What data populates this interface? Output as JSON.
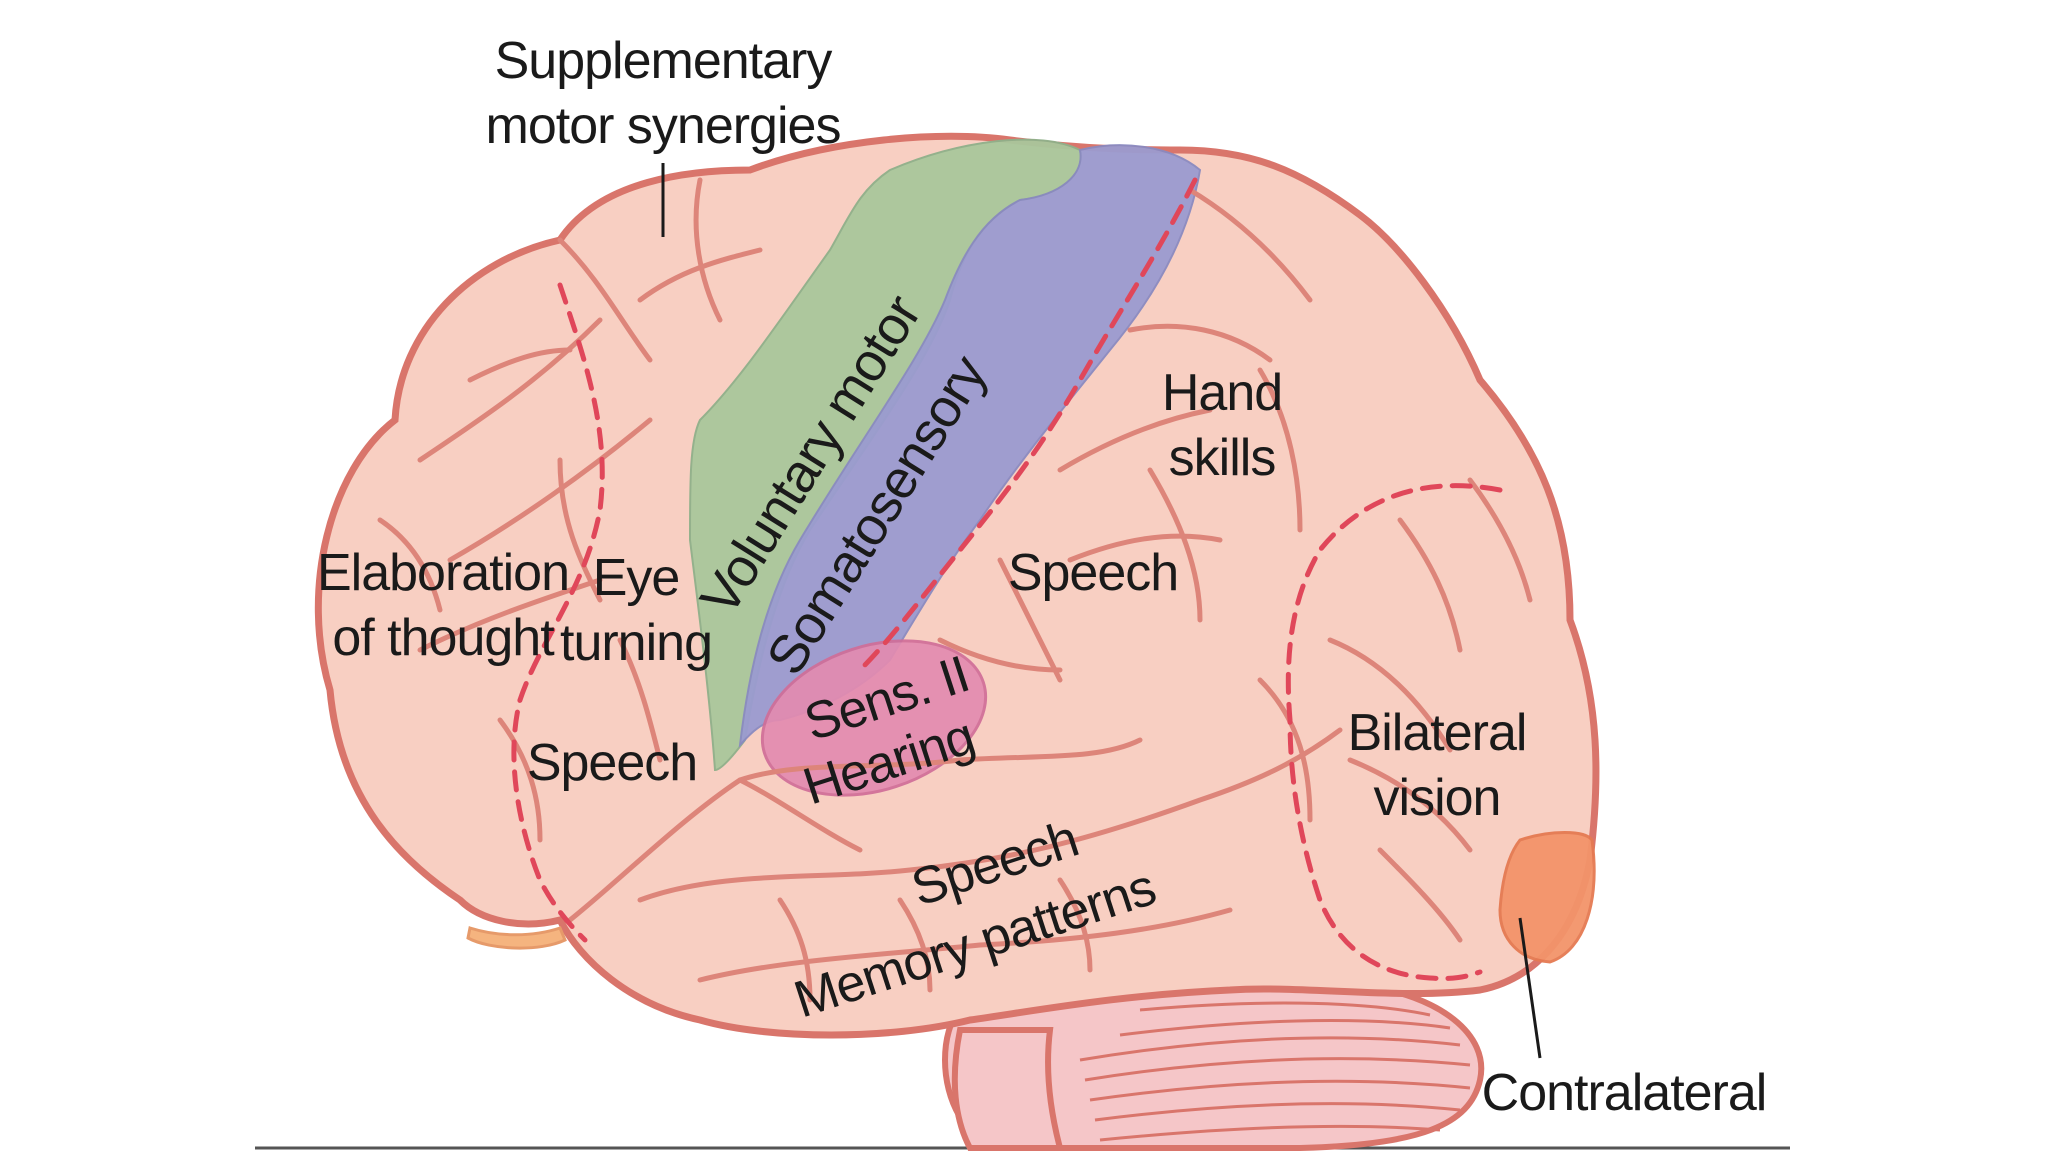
{
  "diagram": {
    "labels": {
      "supplementary_line1": "Supplementary",
      "supplementary_line2": "motor synergies",
      "voluntary_motor": "Voluntary motor",
      "somatosensory": "Somatosensory",
      "hand_line1": "Hand",
      "hand_line2": "skills",
      "elaboration_line1": "Elaboration",
      "elaboration_line2": "of thought",
      "eye_line1": "Eye",
      "eye_line2": "turning",
      "speech_parietal": "Speech",
      "sens_line1": "Sens. II",
      "sens_line2": "Hearing",
      "speech_frontal": "Speech",
      "speech_temporal": "Speech",
      "memory_patterns": "Memory patterns",
      "bilateral_line1": "Bilateral",
      "bilateral_line2": "vision",
      "contralateral": "Contralateral"
    },
    "colors": {
      "cortex_fill": "#f8cfc2",
      "cortex_outline": "#d9756b",
      "sulci": "#dd857a",
      "motor_strip": "#a9c79c",
      "sensory_strip": "#9b9bd0",
      "hearing_area": "#e38bb0",
      "contralateral_vision": "#f3946a",
      "boundary_dash": "#e0475a"
    }
  }
}
